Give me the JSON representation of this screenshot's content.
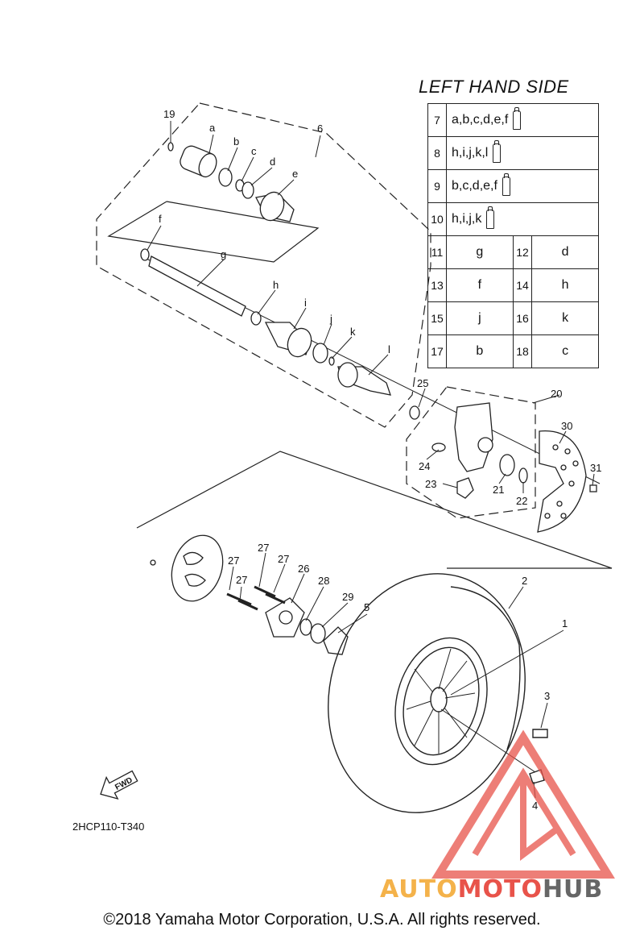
{
  "table": {
    "title": "LEFT HAND SIDE",
    "wide_rows": [
      {
        "num": "7",
        "text": "a,b,c,d,e,f",
        "icon": "grease-tube-icon"
      },
      {
        "num": "8",
        "text": "h,i,j,k,l",
        "icon": "grease-tube-icon"
      },
      {
        "num": "9",
        "text": "b,c,d,e,f",
        "icon": "grease-tube-icon"
      },
      {
        "num": "10",
        "text": "h,i,j,k",
        "icon": "grease-tube-icon"
      }
    ],
    "pair_rows": [
      {
        "n1": "11",
        "v1": "g",
        "n2": "12",
        "v2": "d"
      },
      {
        "n1": "13",
        "v1": "f",
        "n2": "14",
        "v2": "h"
      },
      {
        "n1": "15",
        "v1": "j",
        "n2": "16",
        "v2": "k"
      },
      {
        "n1": "17",
        "v1": "b",
        "n2": "18",
        "v2": "c"
      }
    ]
  },
  "callouts": {
    "n19": "19",
    "na": "a",
    "nb": "b",
    "nc": "c",
    "nd": "d",
    "ne": "e",
    "n6": "6",
    "nf": "f",
    "ng": "g",
    "nh": "h",
    "ni": "i",
    "nj": "j",
    "nk": "k",
    "nl": "l",
    "n25": "25",
    "n20": "20",
    "n30": "30",
    "n31": "31",
    "n24": "24",
    "n23": "23",
    "n21": "21",
    "n22": "22",
    "n27a": "27",
    "n27b": "27",
    "n27c": "27",
    "n27d": "27",
    "n26": "26",
    "n28": "28",
    "n29": "29",
    "n5": "5",
    "n2": "2",
    "n1": "1",
    "n3": "3",
    "n4": "4"
  },
  "fwd_label": "FWD",
  "diagram_code": "2HCP110-T340",
  "watermark": {
    "part1": "AUTO",
    "part2": "MOTO",
    "part3": "HUB"
  },
  "copyright": "©2018 Yamaha Motor Corporation, U.S.A. All rights reserved.",
  "colors": {
    "watermark_red": "#e8534a",
    "watermark_orange": "#f4b24a",
    "watermark_gray": "#666666"
  }
}
